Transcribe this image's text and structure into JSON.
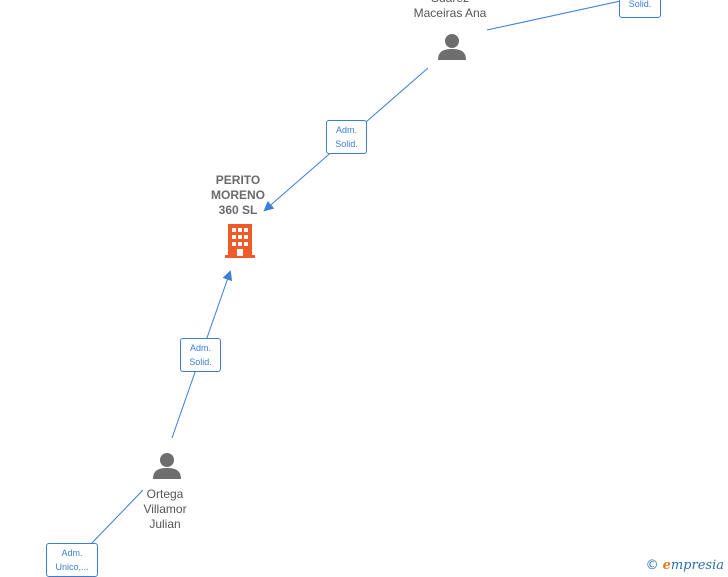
{
  "nodes": {
    "suarez": {
      "label": "Suarez\nMaceiras Ana",
      "icon": "person-icon"
    },
    "company": {
      "label": "PERITO\nMORENO\n360  SL",
      "icon": "building-icon",
      "color": "#f05a28"
    },
    "ortega": {
      "label": "Ortega\nVillamor\nJulian",
      "icon": "person-icon"
    }
  },
  "relations": {
    "top_right": "Solid.",
    "suarez_company": "Adm.\nSolid.",
    "ortega_company": "Adm.\nSolid.",
    "bottom_left": "Adm.\nUnico,..."
  },
  "colors": {
    "link": "#3b7dd8",
    "person": "#6e6e6e",
    "company": "#f05a28"
  },
  "brand": {
    "copyright": "©",
    "initial": "e",
    "name": "mpresia"
  }
}
